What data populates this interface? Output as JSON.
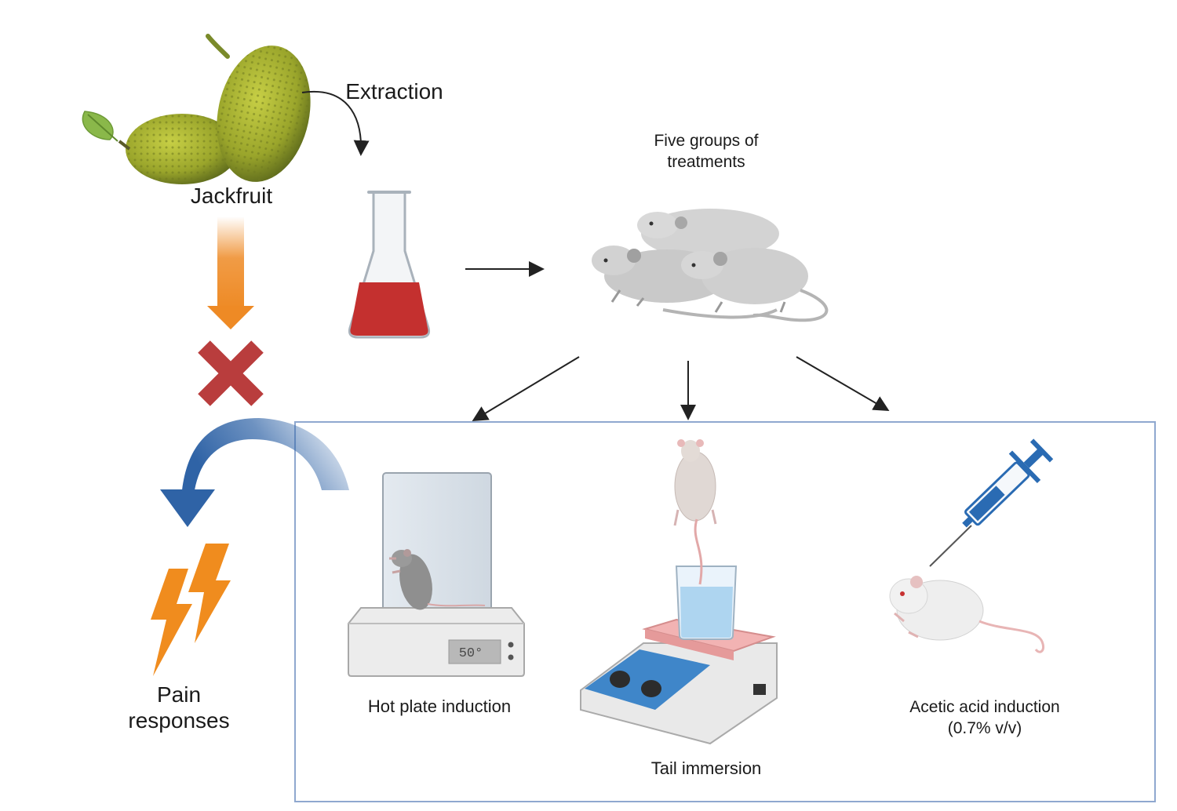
{
  "labels": {
    "jackfruit": "Jackfruit",
    "extraction": "Extraction",
    "five_groups_line1": "Five groups of",
    "five_groups_line2": "treatments",
    "pain_line1": "Pain",
    "pain_line2": "responses",
    "hot_plate": "Hot plate induction",
    "tail_immersion": "Tail immersion",
    "acetic_line1": "Acetic acid induction",
    "acetic_line2": "(0.7% v/v)",
    "display_temp": "50°"
  },
  "colors": {
    "orange_arrow": "#ee8a25",
    "red_cross": "#b93d3d",
    "blue_arrow": "#2f63a6",
    "lightning": "#f08c1e",
    "flask_liquid": "#c4302f",
    "box_border": "#8fa8cf",
    "syringe_blue": "#2a6bb3",
    "hotplate_blue": "#3f86c9"
  }
}
